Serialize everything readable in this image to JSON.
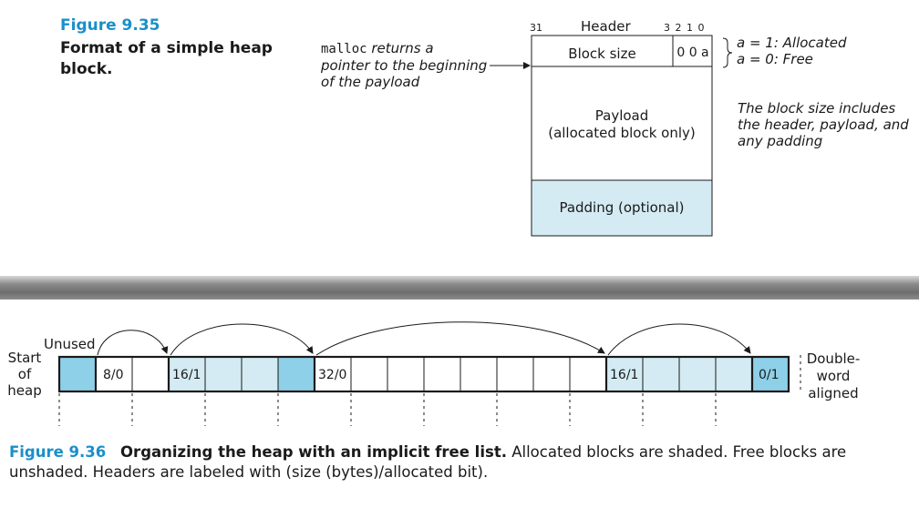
{
  "fig935": {
    "number": "Figure 9.35",
    "title_line1": "Format of a simple heap",
    "title_line2": "block.",
    "malloc_code": "malloc",
    "malloc_text1": " returns a",
    "malloc_text2": "pointer to the beginning",
    "malloc_text3": "of the payload",
    "bit_31": "31",
    "header_label": "Header",
    "bits_low": "3 2 1 0",
    "block_size_label": "Block size",
    "alloc_bits": "0 0 a",
    "a1": "a = 1: Allocated",
    "a0": "a = 0: Free",
    "payload_label1": "Payload",
    "payload_label2": "(allocated block only)",
    "padding_label": "Padding (optional)",
    "note1": "The block size includes",
    "note2": "the header, payload, and",
    "note3": "any padding"
  },
  "fig936": {
    "unused": "Unused",
    "start1": "Start",
    "start2": "of",
    "start3": "heap",
    "headers": [
      "8/0",
      "16/1",
      "32/0",
      "16/1",
      "0/1"
    ],
    "dw1": "Double-",
    "dw2": "word",
    "dw3": "aligned",
    "caption_num": "Figure 9.36",
    "caption_title": "Organizing the heap with an implicit free list.",
    "caption_rest": " Allocated blocks are shaded. Free blocks are unshaded. Headers are labeled with (size (bytes)/allocated bit)."
  },
  "colors": {
    "accent": "#1a8fc9",
    "alloc_light": "#d4ebf3",
    "alloc_dark": "#8ed0e8",
    "padding": "#d4ebf3"
  }
}
